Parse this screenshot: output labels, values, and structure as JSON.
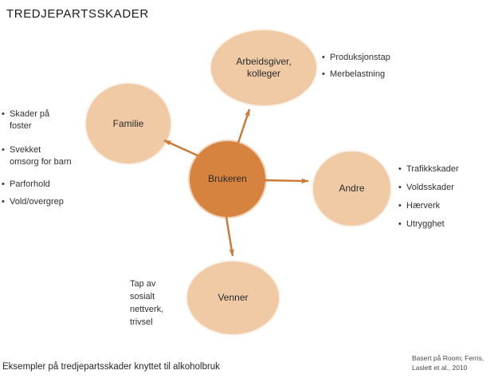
{
  "title": "TREDJEPARTSSKADER",
  "glyphs": {
    "bullet": "•"
  },
  "colors": {
    "node_fill": "#efcaa5",
    "center_fill": "#d6833f",
    "arrow": "#cc7733",
    "text": "#303030",
    "title_text": "#1b1b1b"
  },
  "center_node": {
    "label": "Brukeren"
  },
  "nodes": {
    "arbeidsgiver": {
      "label": "Arbeidsgiver,\nkolleger"
    },
    "familie": {
      "label": "Familie"
    },
    "andre": {
      "label": "Andre"
    },
    "venner": {
      "label": "Venner"
    }
  },
  "notes": {
    "arbeidsgiver": {
      "items": [
        "Produksjonstap",
        "Merbelastning"
      ]
    },
    "familie": {
      "items": [
        "Skader på\nfoster",
        "Svekket\nomsorg for barn",
        "Parforhold",
        "Vold/overgrep"
      ]
    },
    "andre": {
      "items": [
        "Trafikkskader",
        "Voldsskader",
        "Hærverk",
        "Utrygghet"
      ]
    },
    "venner": {
      "text": "Tap av\nsosialt\nnettverk,\ntrivsel"
    }
  },
  "caption": "Eksempler på tredjepartsskader knyttet til alkoholbruk",
  "citation": "Basert på Room; Ferris,\nLaslett et al., 2010"
}
